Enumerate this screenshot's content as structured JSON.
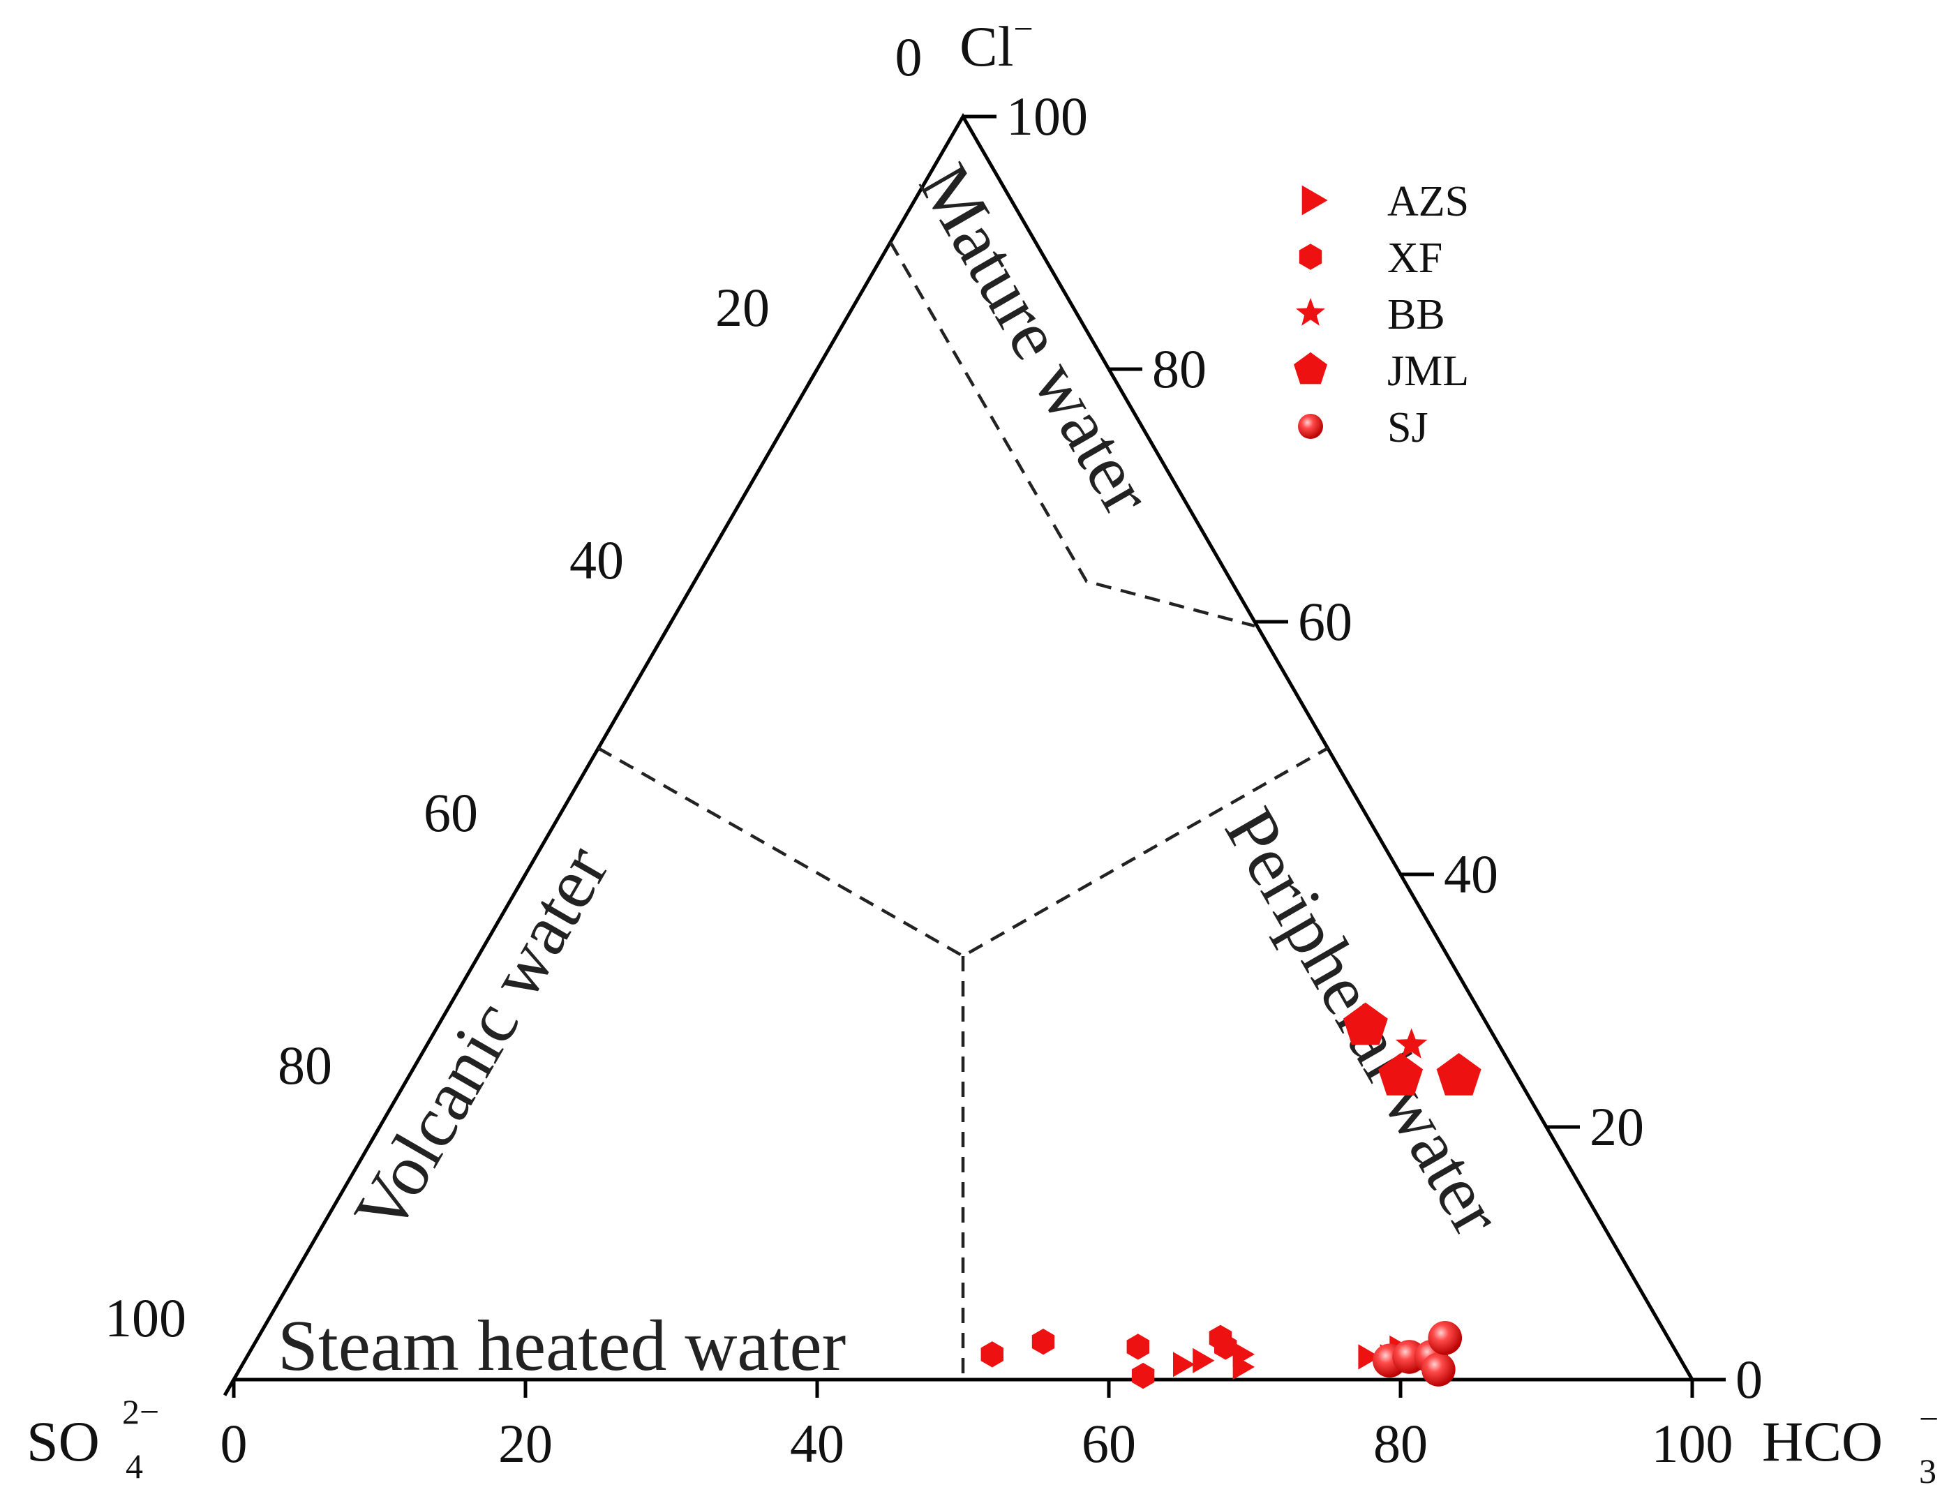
{
  "chart_data": {
    "type": "scatter",
    "subtype": "ternary",
    "title": "",
    "axes": {
      "left_vertex": {
        "label": "SO",
        "subscript": "4",
        "superscript": "2−"
      },
      "right_vertex": {
        "label": "HCO",
        "subscript": "3",
        "superscript": "−"
      },
      "top_vertex": {
        "label": "Cl",
        "superscript": "−"
      },
      "bottom_ticks": [
        "0",
        "20",
        "40",
        "60",
        "80",
        "100"
      ],
      "right_ticks": [
        "0",
        "20",
        "40",
        "60",
        "80",
        "100"
      ],
      "left_ticks": [
        "0",
        "20",
        "40",
        "60",
        "80",
        "100"
      ],
      "range": [
        0,
        100
      ],
      "grid": false
    },
    "regions": [
      {
        "name": "Mature water",
        "boundary": [
          [
            59,
            41
          ],
          [
            40,
            60
          ],
          [
            45.3,
            54.7
          ]
        ]
      },
      {
        "name": "Volcanic water",
        "boundary": [
          [
            50,
            0
          ],
          [
            25,
            25
          ],
          [
            50,
            50
          ]
        ]
      },
      {
        "name": "Peripheral water",
        "boundary": [
          [
            25,
            25
          ],
          [
            50,
            50
          ],
          [
            25,
            75
          ]
        ]
      },
      {
        "name": "Steam heated water"
      }
    ],
    "legend": {
      "position": "top-right",
      "entries": [
        {
          "name": "AZS",
          "marker": "triangle-right"
        },
        {
          "name": "XF",
          "marker": "hexagon"
        },
        {
          "name": "BB",
          "marker": "star"
        },
        {
          "name": "JML",
          "marker": "pentagon"
        },
        {
          "name": "SJ",
          "marker": "sphere"
        }
      ]
    },
    "point_encoding": "[Cl, SO4, HCO3] in %",
    "series": [
      {
        "name": "AZS",
        "points": [
          [
            1.2,
            34.5,
            64.3
          ],
          [
            1.5,
            33.0,
            65.5
          ],
          [
            2.0,
            30.0,
            68.0
          ],
          [
            1.0,
            30.5,
            68.5
          ],
          [
            1.8,
            21.5,
            76.7
          ],
          [
            1.8,
            20.0,
            78.2
          ],
          [
            2.5,
            19.0,
            78.5
          ]
        ]
      },
      {
        "name": "XF",
        "points": [
          [
            2.0,
            47.0,
            51.0
          ],
          [
            3.0,
            43.0,
            54.0
          ],
          [
            2.6,
            36.7,
            60.7
          ],
          [
            0.3,
            37.5,
            62.2
          ],
          [
            3.3,
            30.7,
            66.0
          ],
          [
            2.6,
            30.7,
            66.7
          ]
        ]
      },
      {
        "name": "BB",
        "points": [
          [
            26.5,
            6.0,
            67.5
          ]
        ]
      },
      {
        "name": "JML",
        "points": [
          [
            28.0,
            8.4,
            63.6
          ],
          [
            24.0,
            8.0,
            68.0
          ],
          [
            24.0,
            4.0,
            72.0
          ]
        ]
      },
      {
        "name": "SJ",
        "points": [
          [
            1.5,
            20.0,
            78.5
          ],
          [
            1.8,
            18.5,
            79.7
          ],
          [
            1.8,
            17.0,
            81.2
          ],
          [
            0.8,
            17.0,
            82.2
          ],
          [
            3.3,
            15.3,
            81.4
          ]
        ]
      }
    ],
    "color": "#ee1111"
  }
}
